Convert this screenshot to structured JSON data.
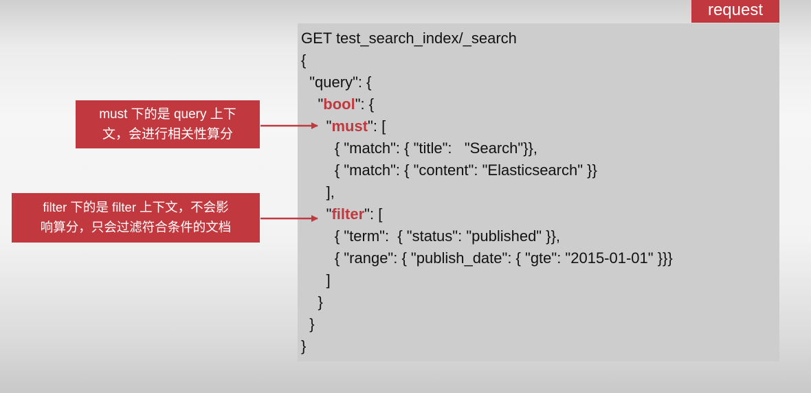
{
  "header": {
    "tab_label": "request"
  },
  "code": {
    "line1": "GET test_search_index/_search",
    "line2": "{",
    "line3": "  \"query\": {",
    "line4_pre": "    \"",
    "line4_kw": "bool",
    "line4_post": "\": {",
    "line5_pre": "      \"",
    "line5_kw": "must",
    "line5_post": "\": [",
    "line6": "        { \"match\": { \"title\":   \"Search\"}},",
    "line7": "        { \"match\": { \"content\": \"Elasticsearch\" }}",
    "line8": "      ],",
    "line9_pre": "      \"",
    "line9_kw": "filter",
    "line9_post": "\": [",
    "line10": "        { \"term\":  { \"status\": \"published\" }},",
    "line11": "        { \"range\": { \"publish_date\": { \"gte\": \"2015-01-01\" }}}",
    "line12": "      ]",
    "line13": "    }",
    "line14": "  }",
    "line15": "}"
  },
  "callouts": {
    "must": {
      "line1": "must 下的是 query 上下",
      "line2": "文，会进行相关性算分"
    },
    "filter": {
      "line1": "filter 下的是 filter 上下文，不会影",
      "line2": "响算分，只会过滤符合条件的文档"
    }
  },
  "colors": {
    "accent": "#c2383f",
    "panel": "#cdcdcd"
  }
}
